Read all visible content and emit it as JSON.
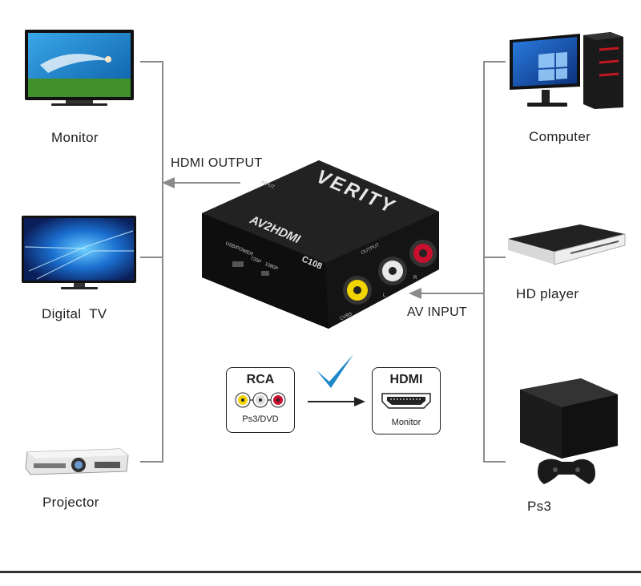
{
  "devices": {
    "monitor": "Monitor",
    "digital_tv": "Digital  TV",
    "projector": "Projector",
    "computer": "Computer",
    "hd_player": "HD player",
    "ps3": "Ps3"
  },
  "arrows": {
    "hdmi_output": "HDMI OUTPUT",
    "av_input": "AV INPUT"
  },
  "adapter": {
    "brand": "VERITY",
    "model_name": "AV2HDMI",
    "model_code": "C108",
    "port_label_usb": "USB/POWER",
    "port_label_720p": "720P",
    "port_label_1080p": "1080P",
    "port_label_cvbs": "CVBS",
    "port_label_output": "OUTPUT",
    "port_label_input": "INPUT",
    "port_label_l": "L",
    "port_label_r": "R"
  },
  "conversion": {
    "rca_title": "RCA",
    "rca_sub": "Ps3/DVD",
    "hdmi_title": "HDMI",
    "hdmi_sub": "Monitor"
  },
  "colors": {
    "line": "#8a8a8a",
    "check": "#1e88c8",
    "adapter_body": "#1a1a1a",
    "rca_yellow": "#f2d400",
    "rca_white": "#e8e8e8",
    "rca_red": "#c8102e"
  }
}
